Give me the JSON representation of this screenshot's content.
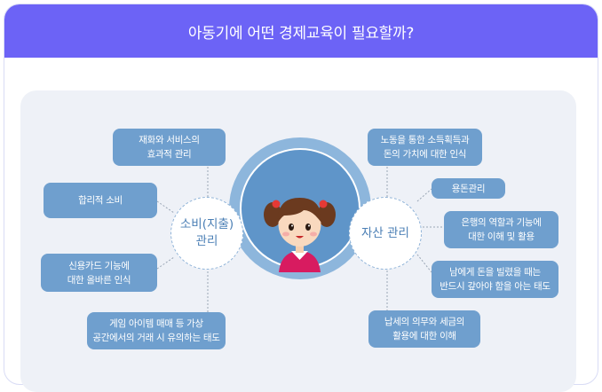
{
  "title": "아동기에 어떤 경제교육이 필요할까?",
  "left_cluster": {
    "line1": "소비(지출)",
    "line2": "관리"
  },
  "right_cluster": {
    "label": "자산 관리"
  },
  "left_items": [
    {
      "line1": "재화와 서비스의",
      "line2": "효과적 관리"
    },
    {
      "line1": "합리적 소비",
      "line2": ""
    },
    {
      "line1": "신용카드 기능에",
      "line2": "대한 올바른 인식"
    },
    {
      "line1": "게임 아이템 매매 등 가상",
      "line2": "공간에서의 거래 시 유의하는 태도"
    }
  ],
  "right_items": [
    {
      "line1": "노동을 통한 소득획득과",
      "line2": "돈의 가치에 대한 인식"
    },
    {
      "line1": "용돈관리",
      "line2": ""
    },
    {
      "line1": "은행의 역할과 기능에",
      "line2": "대한 이해 및 활용"
    },
    {
      "line1": "남에게 돈을 빌렸을 때는",
      "line2": "반드시 갚아야 함을 아는 태도"
    },
    {
      "line1": "납세의 의무와 세금의",
      "line2": "활용에 대한 이해"
    }
  ],
  "colors": {
    "header": "#6c63f6",
    "box": "#6f9fce",
    "center": "#5f95c9"
  }
}
